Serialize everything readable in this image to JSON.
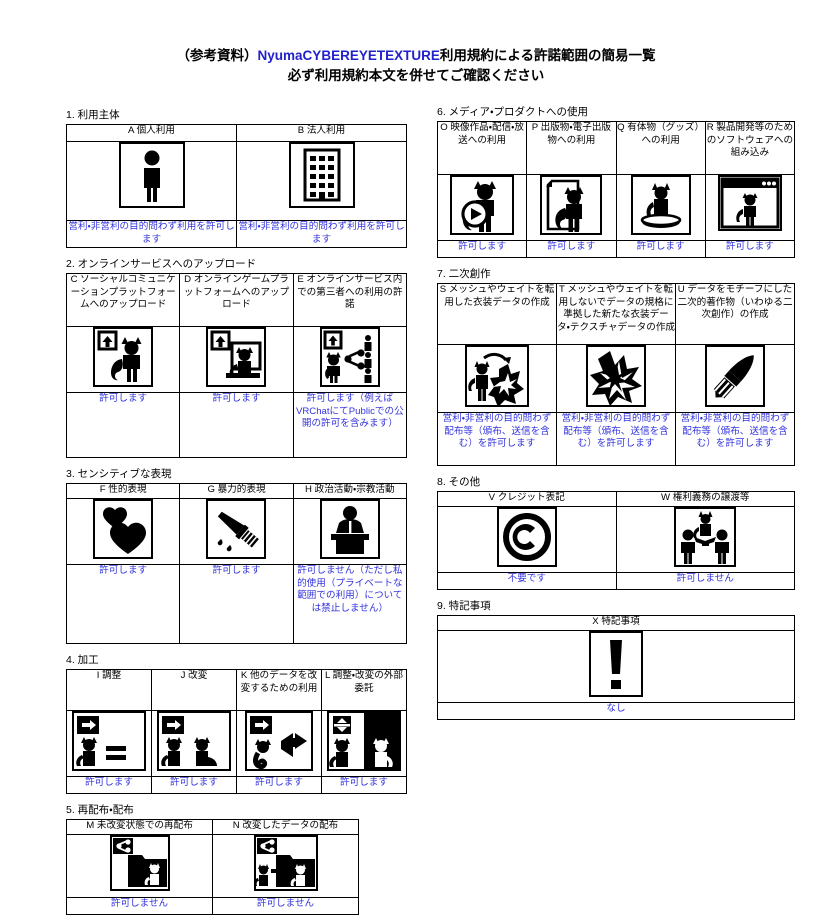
{
  "title": {
    "line1_pre": "（参考資料）",
    "brand": "NyumaCYBEREYETEXTURE",
    "line1_post": "利用規約による許諾範囲の簡易一覧",
    "line2": "必ず利用規約本文を併せてご確認ください",
    "brand_color": "#2222cc"
  },
  "sections": [
    {
      "number": "1.",
      "heading": "1. 利用主体",
      "columns": [
        {
          "header": "A 個人利用",
          "icon": "person-icon",
          "note": "営利・非営利の目的問わず利用を許可します"
        },
        {
          "header": "B 法人利用",
          "icon": "building-icon",
          "note": "営利・非営利の目的問わず利用を許可します"
        }
      ]
    },
    {
      "number": "2.",
      "heading": "2. オンラインサービスへのアップロード",
      "columns": [
        {
          "header": "C ソーシャルコミュニケーションプラットフォームへのアップロード",
          "icon": "upload-cat-person-icon",
          "note": "許可します"
        },
        {
          "header": "D オンラインゲームプラットフォームへのアップロード",
          "icon": "upload-cat-monitor-icon",
          "note": "許可します"
        },
        {
          "header": "E オンラインサービス内での第三者への利用の許諾",
          "icon": "share-cat-people-icon",
          "note": "許可します（例えばVRChatにてPublicでの公開の許可を含みます）"
        }
      ]
    },
    {
      "number": "3.",
      "heading": "3. センシティブな表現",
      "columns": [
        {
          "header": "F 性的表現",
          "icon": "hearts-icon",
          "note": "許可します"
        },
        {
          "header": "G 暴力的表現",
          "icon": "knife-icon",
          "note": "許可します"
        },
        {
          "header": "H 政治活動・宗教活動",
          "icon": "podium-speaker-icon",
          "note": "許可しません（ただし私的使用（プライベートな範囲での利用）については禁止しません）"
        }
      ]
    },
    {
      "number": "4.",
      "heading": "4. 加工",
      "columns": [
        {
          "header": "I 調整",
          "icon": "arrow-cat-equals-icon",
          "note": "許可します"
        },
        {
          "header": "J 改変",
          "icon": "arrow-two-cats-icon",
          "note": "許可します"
        },
        {
          "header": "K 他のデータを改変するための利用",
          "icon": "arrow-cat-ribbon-icon",
          "note": "許可します"
        },
        {
          "header": "L 調整・改変の外部委託",
          "icon": "updown-cat-outsource-icon",
          "note": "許可します"
        }
      ]
    },
    {
      "number": "5.",
      "heading": "5. 再配布・配布",
      "columns": [
        {
          "header": "M 未改変状態での再配布",
          "icon": "share-folder-cat-icon",
          "note": "許可しません"
        },
        {
          "header": "N 改変したデータの配布",
          "icon": "share-folder-modified-cat-icon",
          "note": "許可しません"
        }
      ]
    },
    {
      "number": "6.",
      "heading": "6. メディア・プロダクトへの使用",
      "columns": [
        {
          "header": "O 映像作品・配信・放送への利用",
          "icon": "video-play-cat-icon",
          "note": "許可します"
        },
        {
          "header": "P 出版物・電子出版物への利用",
          "icon": "page-cat-icon",
          "note": "許可します"
        },
        {
          "header": "Q 有体物（グッズ）への利用",
          "icon": "goods-figure-cat-icon",
          "note": "許可します"
        },
        {
          "header": "R 製品開発等のためのソフトウェアへの組み込み",
          "icon": "software-window-cat-icon",
          "note": "許可します"
        }
      ]
    },
    {
      "number": "7.",
      "heading": "7. 二次創作",
      "columns": [
        {
          "header": "S メッシュやウェイトを転用した衣装データの作成",
          "icon": "cat-to-cloth-icon",
          "note": "営利・非営利の目的問わず配布等（頒布、送信を含む）を許可します"
        },
        {
          "header": "T メッシュやウェイトを転用しないでデータの規格に準拠した新たな衣装データ・テクスチャデータの作成",
          "icon": "cloth-burst-icon",
          "note": "営利・非営利の目的問わず配布等（頒布、送信を含む）を許可します"
        },
        {
          "header": "U データをモチーフにした二次的著作物（いわゆる二次創作）の作成",
          "icon": "paintbrush-icon",
          "note": "営利・非営利の目的問わず配布等（頒布、送信を含む）を許可します"
        }
      ]
    },
    {
      "number": "8.",
      "heading": "8. その他",
      "columns": [
        {
          "header": "V クレジット表記",
          "icon": "copyright-icon",
          "note": "不要です"
        },
        {
          "header": "W 権利義務の譲渡等",
          "icon": "transfer-people-cat-icon",
          "note": "許可しません"
        }
      ]
    },
    {
      "number": "9.",
      "heading": "9. 特記事項",
      "columns": [
        {
          "header": "X 特記事項",
          "icon": "exclamation-icon",
          "note": "なし"
        }
      ]
    }
  ]
}
